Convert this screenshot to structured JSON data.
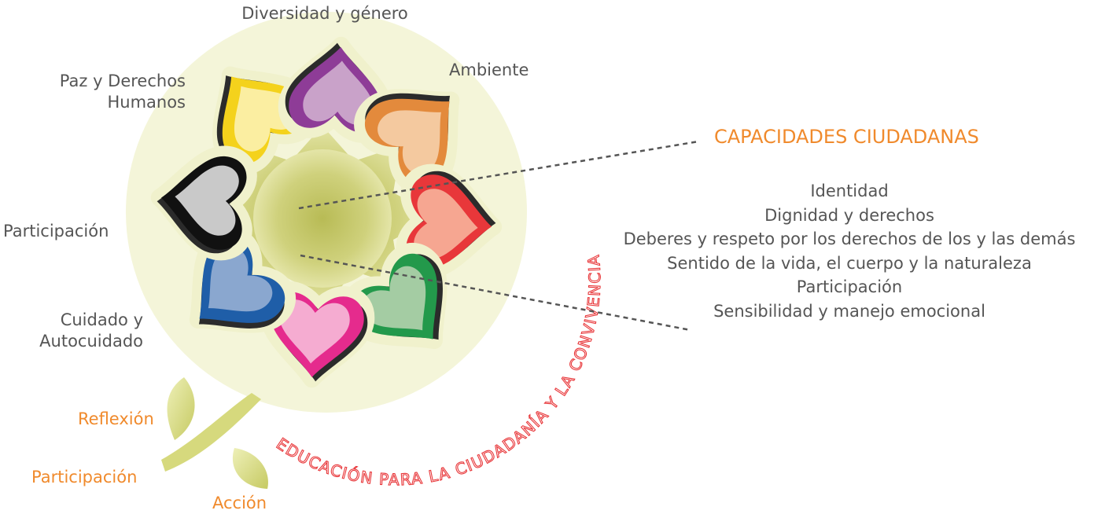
{
  "diagram": {
    "arc_text": "EDUCACIÓN PARA LA CIUDADANÍA Y LA CONVIVENCIA",
    "colors": {
      "accent_orange": "#f08a2c",
      "arc_red": "#e8373a",
      "leaf_green": "#d4d77a",
      "center_glow": "#c7c96a",
      "halo": "#f2f3cf"
    },
    "hearts": [
      {
        "name": "paz-heart",
        "color": "yellow",
        "edge": "#f4d21c",
        "fill": "#fbeea1"
      },
      {
        "name": "diversidad-heart",
        "color": "purple",
        "edge": "#8e3c97",
        "fill": "#c9a2c9"
      },
      {
        "name": "ambiente-heart",
        "color": "orange",
        "edge": "#e38a3c",
        "fill": "#f4c99f"
      },
      {
        "name": "red-heart",
        "color": "red",
        "edge": "#e8373a",
        "fill": "#f6a691"
      },
      {
        "name": "green-heart",
        "color": "green",
        "edge": "#23994b",
        "fill": "#a4cca3"
      },
      {
        "name": "pink-heart",
        "color": "pink",
        "edge": "#e52b8d",
        "fill": "#f5acd1"
      },
      {
        "name": "cuidado-heart",
        "color": "blue",
        "edge": "#1f5ea8",
        "fill": "#8aa7cf"
      },
      {
        "name": "participacion-heart",
        "color": "black",
        "edge": "#111111",
        "fill": "#c9c9c9"
      }
    ],
    "labels": {
      "diversidad": "Diversidad y género",
      "paz_line1": "Paz y Derechos",
      "paz_line2": "Humanos",
      "ambiente": "Ambiente",
      "participacion": "Participación",
      "cuidado_line1": "Cuidado y",
      "cuidado_line2": "Autocuidado"
    },
    "stem_labels": {
      "reflexion": "Reflexión",
      "participacion": "Participación",
      "accion": "Acción"
    }
  },
  "capacidades": {
    "title": "CAPACIDADES CIUDADANAS",
    "items": [
      "Identidad",
      "Dignidad y derechos",
      "Deberes y respeto por los derechos de los y las demás",
      "Sentido de la vida, el cuerpo y la naturaleza",
      "Participación",
      "Sensibilidad y manejo emocional"
    ]
  }
}
